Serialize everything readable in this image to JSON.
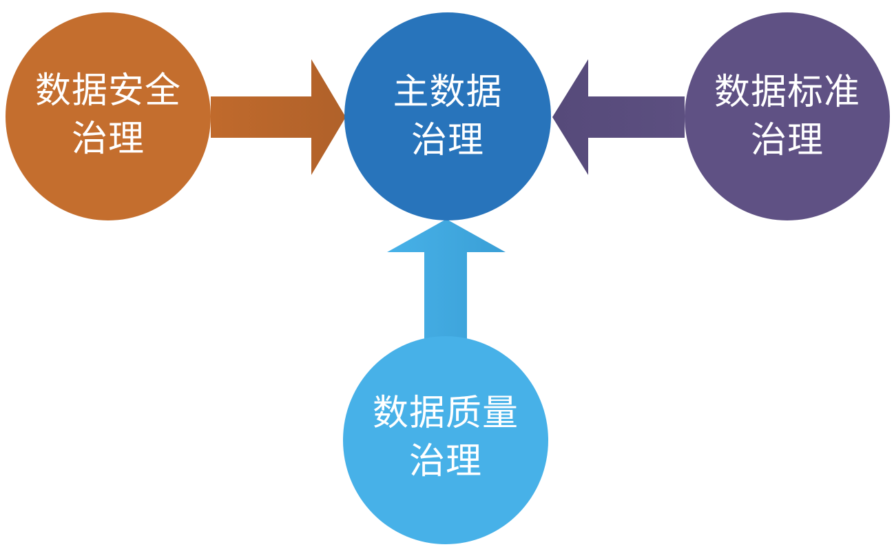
{
  "diagram": {
    "center": {
      "line1": "主数据",
      "line2": "治理",
      "color": "#2874bb"
    },
    "left": {
      "line1": "数据安全",
      "line2": "治理",
      "color": "#c46e2e"
    },
    "right": {
      "line1": "数据标准",
      "line2": "治理",
      "color": "#5f5184"
    },
    "bottom": {
      "line1": "数据质量",
      "line2": "治理",
      "color": "#47b1e8"
    },
    "arrows": [
      {
        "from": "left",
        "to": "center",
        "color": "#b9652a"
      },
      {
        "from": "right",
        "to": "center",
        "color": "#5a4d7e"
      },
      {
        "from": "bottom",
        "to": "center",
        "color": "#42a8e0"
      }
    ]
  }
}
